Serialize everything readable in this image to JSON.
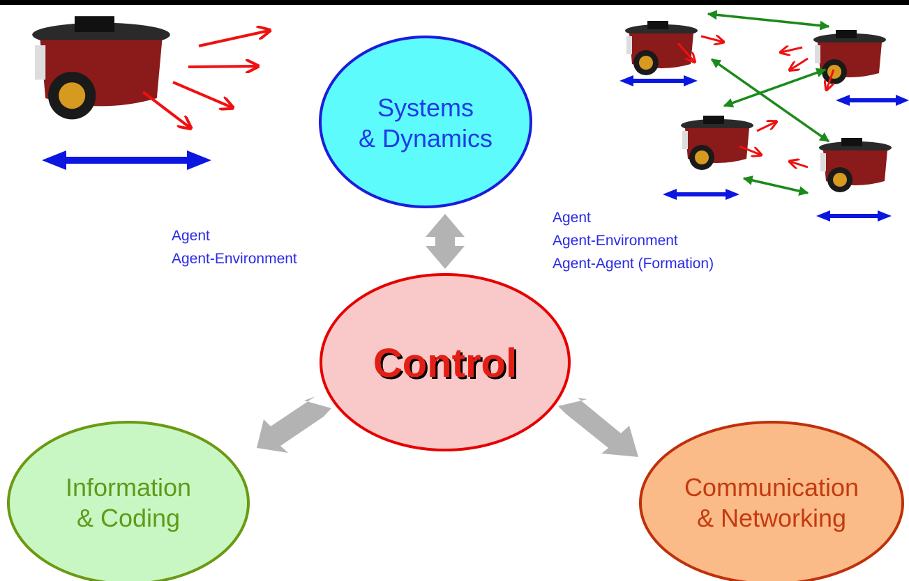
{
  "diagram": {
    "nodes": {
      "systems": {
        "line1": "Systems",
        "line2": "& Dynamics",
        "fill": "#5dfbfb",
        "stroke": "#1c1cdc"
      },
      "control": {
        "label": "Control",
        "fill": "#f9c9c9",
        "stroke": "#e60000"
      },
      "information": {
        "line1": "Information",
        "line2": "& Coding",
        "fill": "#c9f7c3",
        "stroke": "#6a9a12"
      },
      "communication": {
        "line1": "Communication",
        "line2": "& Networking",
        "fill": "#fbbb88",
        "stroke": "#c0300a"
      }
    },
    "notes": {
      "left": [
        "Agent",
        "Agent-Environment"
      ],
      "right": [
        "Agent",
        "Agent-Environment",
        "Agent-Agent (Formation)"
      ]
    },
    "colors": {
      "connector": "#b3b3b3",
      "motion_arrow": "#0b16e0",
      "sensing_arrow": "#f01010",
      "link_arrow": "#1a8a1a",
      "robot_body": "#8b1a1a",
      "robot_top": "#222222"
    }
  }
}
